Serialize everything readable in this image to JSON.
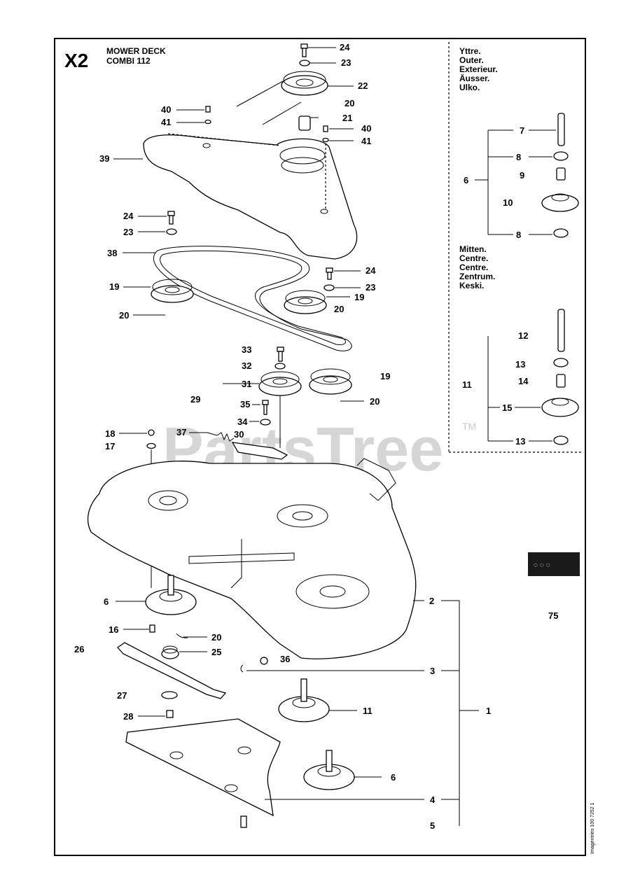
{
  "header": {
    "code": "X2",
    "line1": "MOWER DECK",
    "line2": "COMBI 112"
  },
  "watermark": {
    "text": "PartsTree",
    "tm": "TM"
  },
  "panels": {
    "outer_labels": [
      "Yttre.",
      "Outer.",
      "Exterieur.",
      "Äusser.",
      "Ulko."
    ],
    "centre_labels": [
      "Mitten.",
      "Centre.",
      "Centre.",
      "Zentrum.",
      "Keski."
    ]
  },
  "page_number": "75",
  "badge": {
    "text": "◌ ◌ ◌"
  },
  "footer_code": "Imagentries 100 7252 1",
  "callouts": [
    "24",
    "23",
    "22",
    "20",
    "21",
    "40",
    "41",
    "40",
    "41",
    "39",
    "24",
    "23",
    "38",
    "24",
    "23",
    "19",
    "19",
    "20",
    "20",
    "33",
    "32",
    "31",
    "19",
    "29",
    "35",
    "20",
    "34",
    "18",
    "37",
    "30",
    "17",
    "7",
    "8",
    "9",
    "6",
    "10",
    "8",
    "12",
    "13",
    "14",
    "11",
    "15",
    "13",
    "2",
    "6",
    "16",
    "20",
    "26",
    "25",
    "36",
    "3",
    "27",
    "11",
    "1",
    "28",
    "6",
    "4",
    "5"
  ]
}
